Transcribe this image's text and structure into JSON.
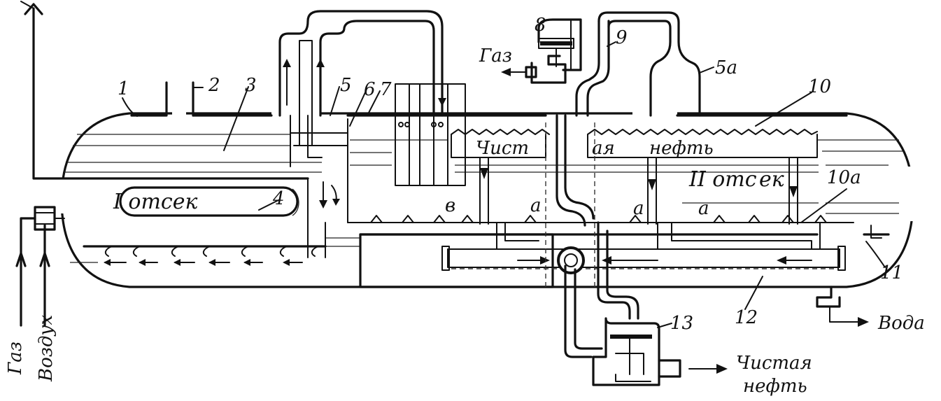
{
  "labels": {
    "n1": "1",
    "n2": "2",
    "n3": "3",
    "n4": "4",
    "n5": "5",
    "n5a": "5а",
    "n6": "6",
    "n7": "7",
    "n8": "8",
    "n9": "9",
    "n10": "10",
    "n10a": "10а",
    "n11": "11",
    "n12": "12",
    "n13": "13",
    "zone_v": "в",
    "zone_a1": "а",
    "zone_a2": "а",
    "zone_a3": "а"
  },
  "text": {
    "compartment_1": "I отсек",
    "compartment_2a": "II отс",
    "compartment_2b": "ек",
    "clean_oil_1": "Чист",
    "clean_oil_2": "ая",
    "clean_oil_3": "нефть",
    "gas_out": "Газ",
    "water_out": "Вода",
    "gas_in": "Газ",
    "air_in": "Воздух",
    "clean_out_1": "Чистая",
    "clean_out_2": "нефть"
  }
}
